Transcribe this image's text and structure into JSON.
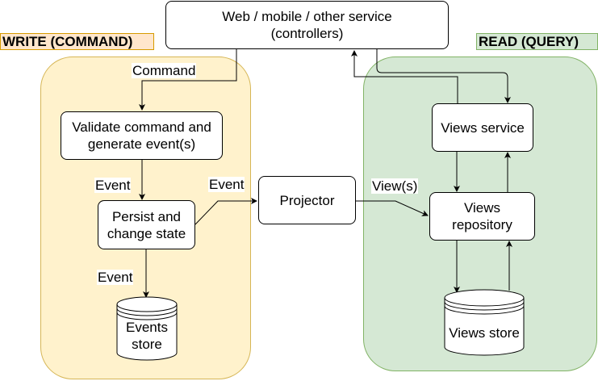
{
  "regions": {
    "write": {
      "label": "WRITE (COMMAND)",
      "fill": "#fff2cc",
      "stroke": "#d6b656"
    },
    "read": {
      "label": "READ (QUERY)",
      "fill": "#d5e8d4",
      "stroke": "#82b366"
    }
  },
  "nodes": {
    "controllers": {
      "line1": "Web / mobile / other service",
      "line2": "(controllers)"
    },
    "validate": {
      "line1": "Validate command and",
      "line2": "generate event(s)"
    },
    "persist": {
      "line1": "Persist and",
      "line2": "change state"
    },
    "events_store": {
      "line1": "Events",
      "line2": "store"
    },
    "projector": {
      "label": "Projector"
    },
    "views_service": {
      "label": "Views service"
    },
    "views_repository": {
      "line1": "Views",
      "line2": "repository"
    },
    "views_store": {
      "label": "Views store"
    }
  },
  "edges": {
    "command": "Command",
    "event_validate_persist": "Event",
    "event_persist_projector": "Event",
    "event_persist_store": "Event",
    "views_projector_repo": "View(s)"
  }
}
